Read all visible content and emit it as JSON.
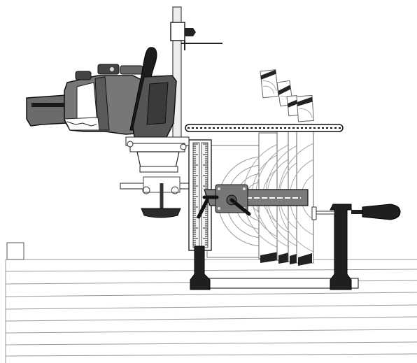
{
  "figure": {
    "subject": "chainsaw-milling-attachment",
    "icons": [
      "chainsaw",
      "mill-frame",
      "bar-clamp",
      "depth-scale",
      "lumber-slices",
      "log",
      "ground-planks"
    ]
  },
  "colors": {
    "ink": "#1a1a1a",
    "body_gray": "#6e6e6e",
    "light_gray": "#d8d8d8",
    "mid_gray": "#9a9a9a",
    "wood_line": "#9b9b9b",
    "bg": "#ffffff"
  }
}
